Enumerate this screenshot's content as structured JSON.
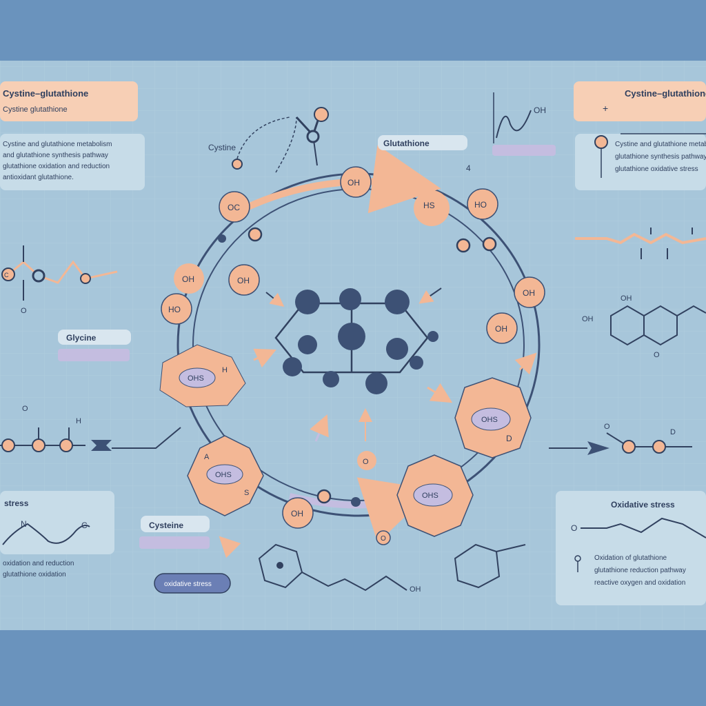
{
  "colors": {
    "frame": "#6a93bd",
    "panel": "#a7c6da",
    "peach": "#f3b795",
    "navy": "#3d5175",
    "lavender": "#c4bde0",
    "line": "#31415f"
  },
  "panels": {
    "top_left": {
      "title": "Cystine–glutathione",
      "subtitle": "Cystine glutathione",
      "body": [
        "Cystine and glutathione metabolism",
        "and glutathione synthesis pathway",
        "glutathione oxidation and reduction",
        "antioxidant glutathione."
      ]
    },
    "top_right": {
      "title": "Cystine–glutathione",
      "body": [
        "Cystine and glutathione metabolism",
        "glutathione synthesis pathway",
        "glutathione oxidative stress"
      ]
    },
    "bottom_left": {
      "title": "stress",
      "body": [
        "oxidation and reduction",
        "glutathione oxidation"
      ]
    },
    "bottom_right": {
      "title": "Oxidative stress",
      "body": [
        "Oxidation of glutathione",
        "glutathione reduction pathway",
        "reactive oxygen and oxidation"
      ]
    }
  },
  "labels": {
    "cystine_top": "Cystine",
    "glutathione": "Glutathione",
    "glycine": "Glycine",
    "cysteine": "Cysteine",
    "oxidative_button": "oxidative stress",
    "num_4": "4"
  },
  "atoms": {
    "oh": "OH",
    "o": "O",
    "ho": "HO",
    "h": "H",
    "c": "C",
    "n": "N",
    "oc": "OC",
    "hs": "HS",
    "a": "A",
    "s": "S",
    "d": "D",
    "oh_sup": "OH",
    "chain_oh": "OH"
  },
  "hexagons": {
    "left": "OHS",
    "bottom_left": "OHS",
    "right": "OHS",
    "bottom_right": "OHS"
  }
}
